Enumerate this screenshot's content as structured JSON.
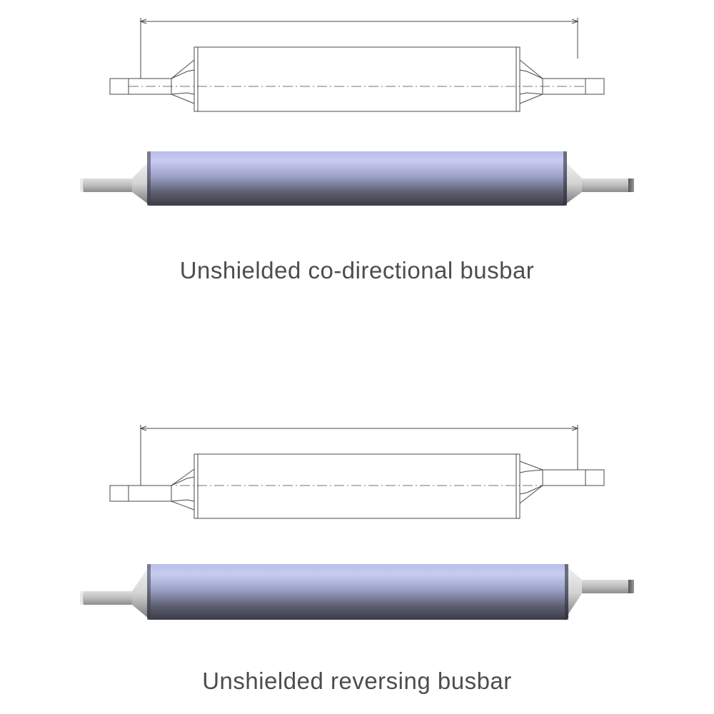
{
  "figure": {
    "background": "#ffffff",
    "line_color": "#4a4a4a",
    "bar_colors": {
      "highlight": "#c9cdf2",
      "mid": "#9aa0c6",
      "shadow": "#3e3f4a",
      "tab_light": "#e6e6e6",
      "tab_dark": "#8a8a8a"
    }
  },
  "sections": [
    {
      "id": "co-directional",
      "caption": "Unshielded co-directional busbar",
      "tab_arrangement": "both-centered"
    },
    {
      "id": "reversing",
      "caption": "Unshielded reversing busbar",
      "tab_arrangement": "left-low-right-high"
    }
  ]
}
